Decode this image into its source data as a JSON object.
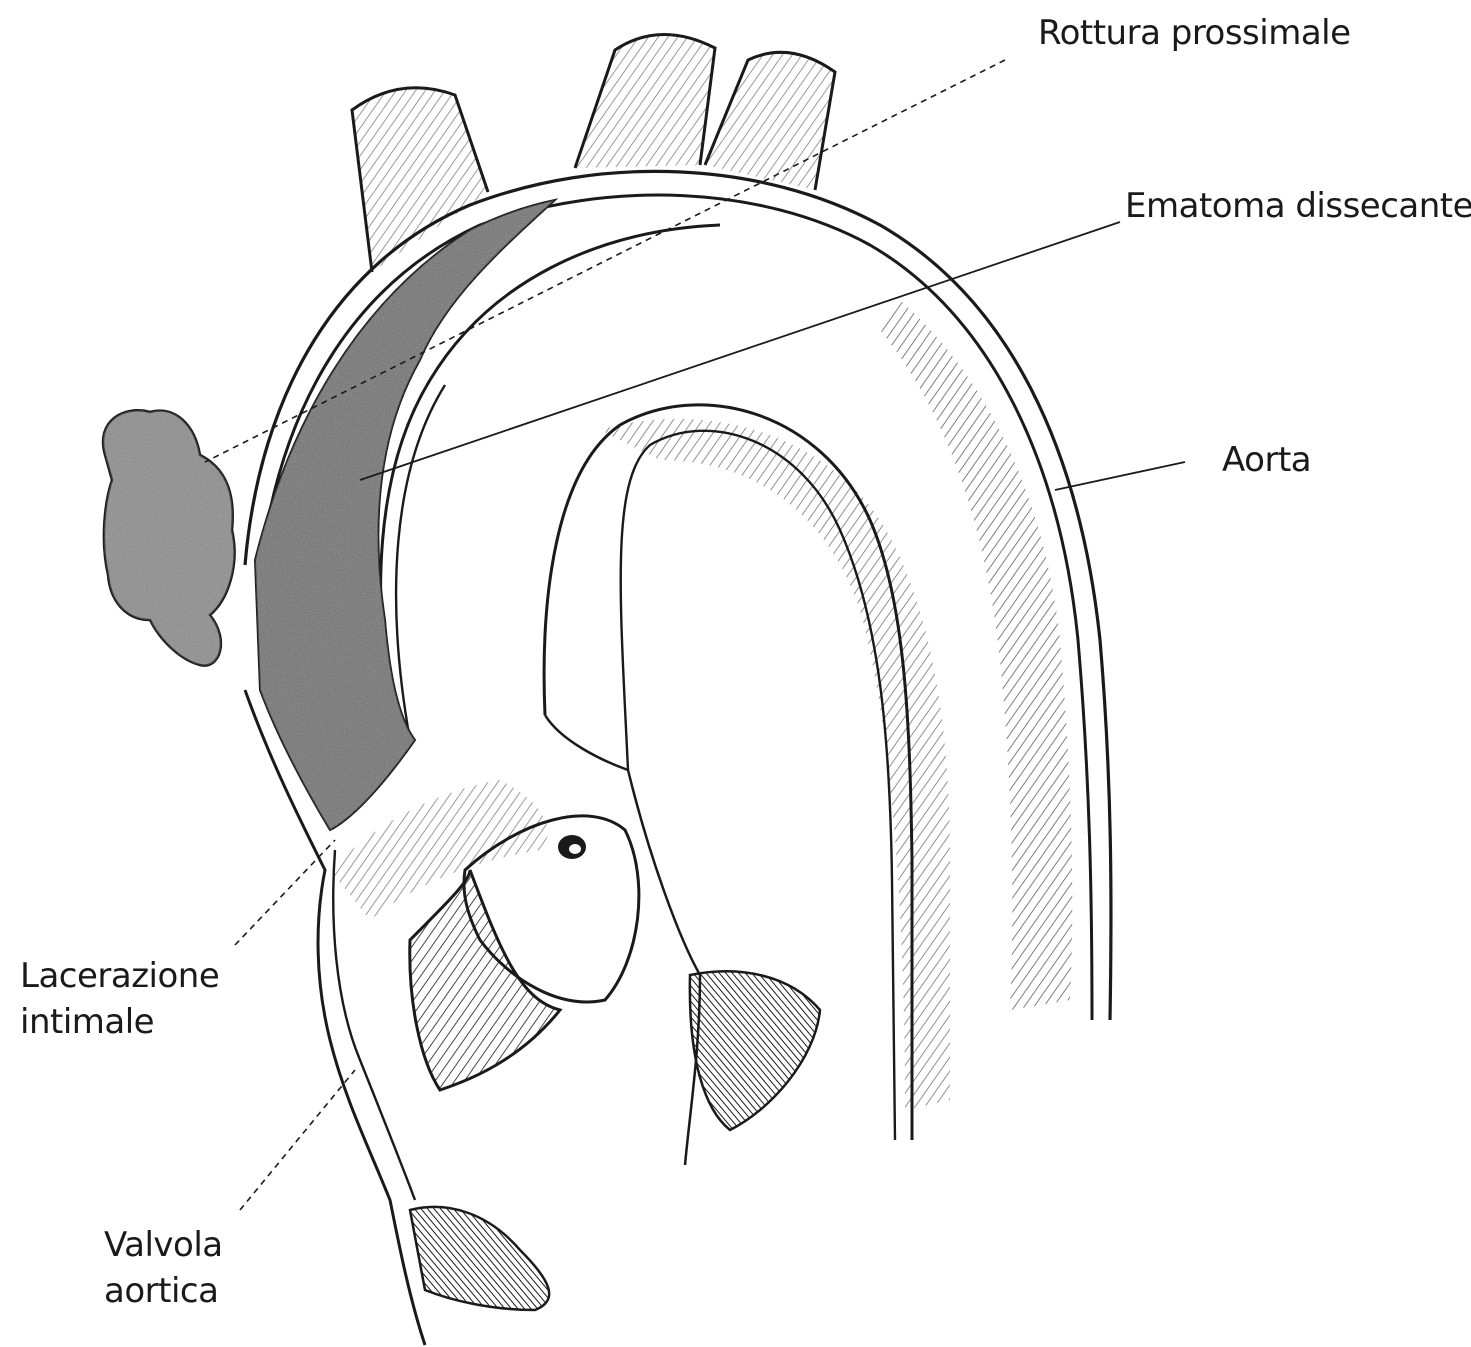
{
  "labels": {
    "rottura_prossimale": "Rottura prossimale",
    "ematoma_dissecante": "Ematoma dissecante",
    "aorta": "Aorta",
    "lacerazione_intimale": [
      "Lacerazione",
      "intimale"
    ],
    "valvola_aortica": [
      "Valvola",
      "aortica"
    ]
  },
  "colors": {
    "ink": "#1a1a1a",
    "hematoma_fill": "#6e6e6e",
    "background": "#ffffff"
  }
}
